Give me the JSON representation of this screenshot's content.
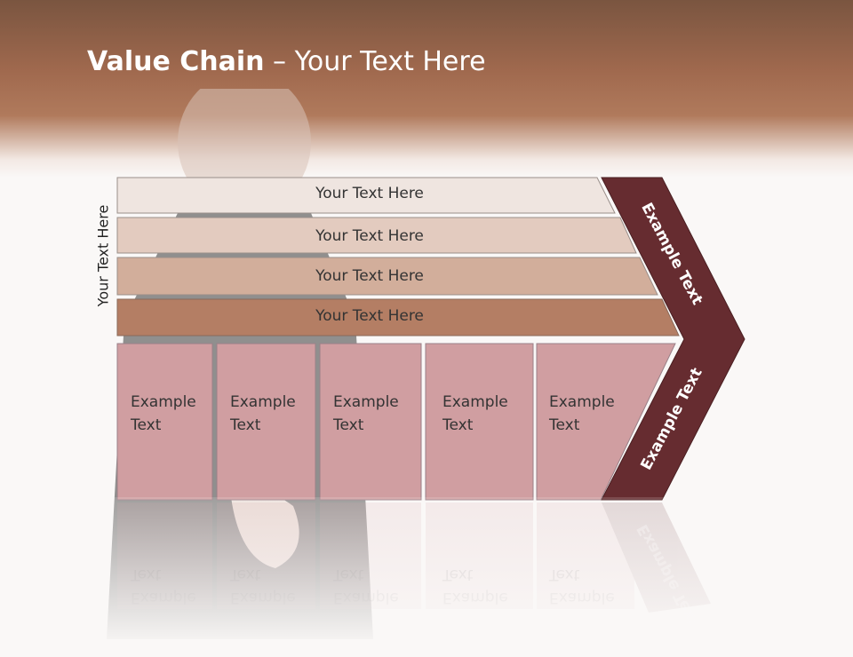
{
  "slide": {
    "title_bold": "Value Chain",
    "title_rest": " – Your Text Here"
  },
  "diagram": {
    "side_label": "Your Text Here",
    "support_bars": [
      "Your Text Here",
      "Your Text Here",
      "Your Text Here",
      "Your Text Here"
    ],
    "primary_cells": [
      "Example\nText",
      "Example\nText",
      "Example\nText",
      "Example\nText",
      "Example\nText"
    ],
    "chevron_upper": "Example Text",
    "chevron_lower": "Example Text"
  },
  "colors": {
    "header": "#a0694e",
    "bar1": "#efe5e0",
    "bar2": "#e3cbbf",
    "bar3": "#d2ae9b",
    "bar4": "#b47e64",
    "cell": "#d09ea1",
    "chevron": "#662c30"
  }
}
